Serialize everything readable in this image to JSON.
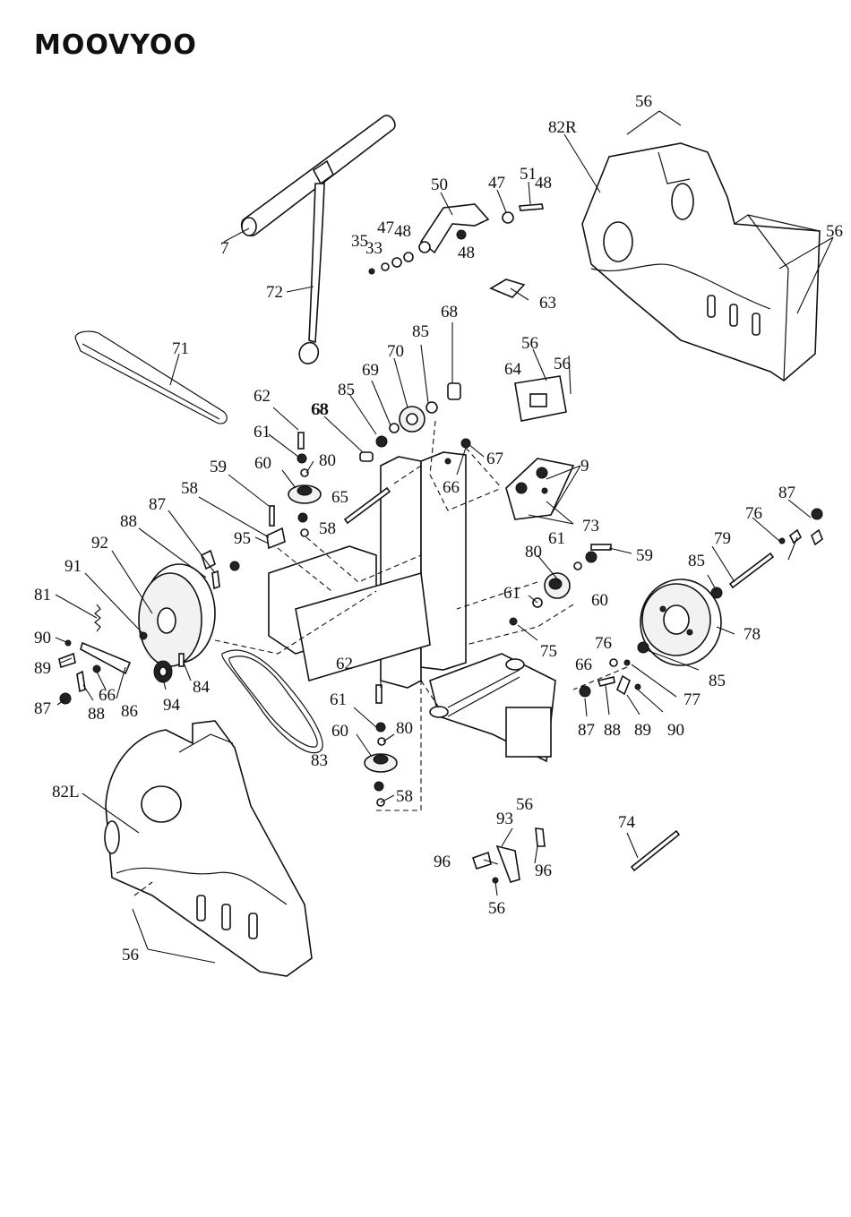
{
  "brand": {
    "logo_text": "MOOVYOO"
  },
  "callouts": [
    "56",
    "82R",
    "56",
    "51",
    "47",
    "50",
    "48",
    "47",
    "35",
    "33",
    "48",
    "48",
    "7",
    "63",
    "72",
    "71",
    "68",
    "85",
    "70",
    "68",
    "69",
    "85",
    "62",
    "56",
    "64",
    "56",
    "61",
    "80",
    "67",
    "9",
    "59",
    "60",
    "66",
    "68",
    "58",
    "65",
    "58",
    "73",
    "87",
    "87",
    "76",
    "88",
    "79",
    "92",
    "95",
    "80",
    "59",
    "61",
    "85",
    "91",
    "60",
    "61",
    "81",
    "78",
    "75",
    "90",
    "76",
    "89",
    "66",
    "85",
    "84",
    "66",
    "94",
    "88",
    "86",
    "77",
    "87",
    "87",
    "88",
    "89",
    "90",
    "62",
    "61",
    "80",
    "83",
    "60",
    "82L",
    "58",
    "56",
    "74",
    "93",
    "96",
    "96",
    "56",
    "56"
  ]
}
